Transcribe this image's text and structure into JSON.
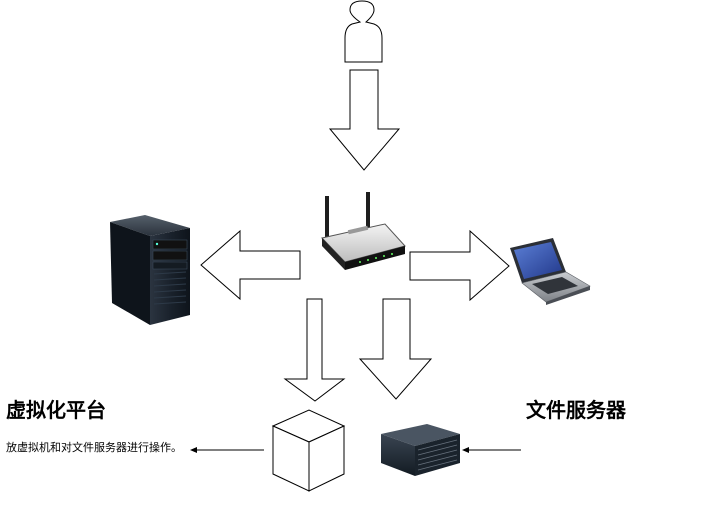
{
  "diagram": {
    "nodes": {
      "user": {
        "icon": "user-icon"
      },
      "router": {
        "icon": "wireless-router-icon"
      },
      "tower_server": {
        "icon": "tower-server-icon"
      },
      "laptop": {
        "icon": "laptop-icon"
      },
      "virtual_platform": {
        "icon": "cube-icon"
      },
      "file_server": {
        "icon": "rack-server-icon"
      }
    },
    "labels": {
      "virtualization_platform": "虚拟化平台",
      "virtualization_note": "放虚拟机和对文件服务器进行操作。",
      "file_server": "文件服务器"
    },
    "colors": {
      "stroke": "#000000",
      "server_body": "#1c2530",
      "screen": "#3a55a5",
      "router_body": "#e8e8e8"
    }
  }
}
